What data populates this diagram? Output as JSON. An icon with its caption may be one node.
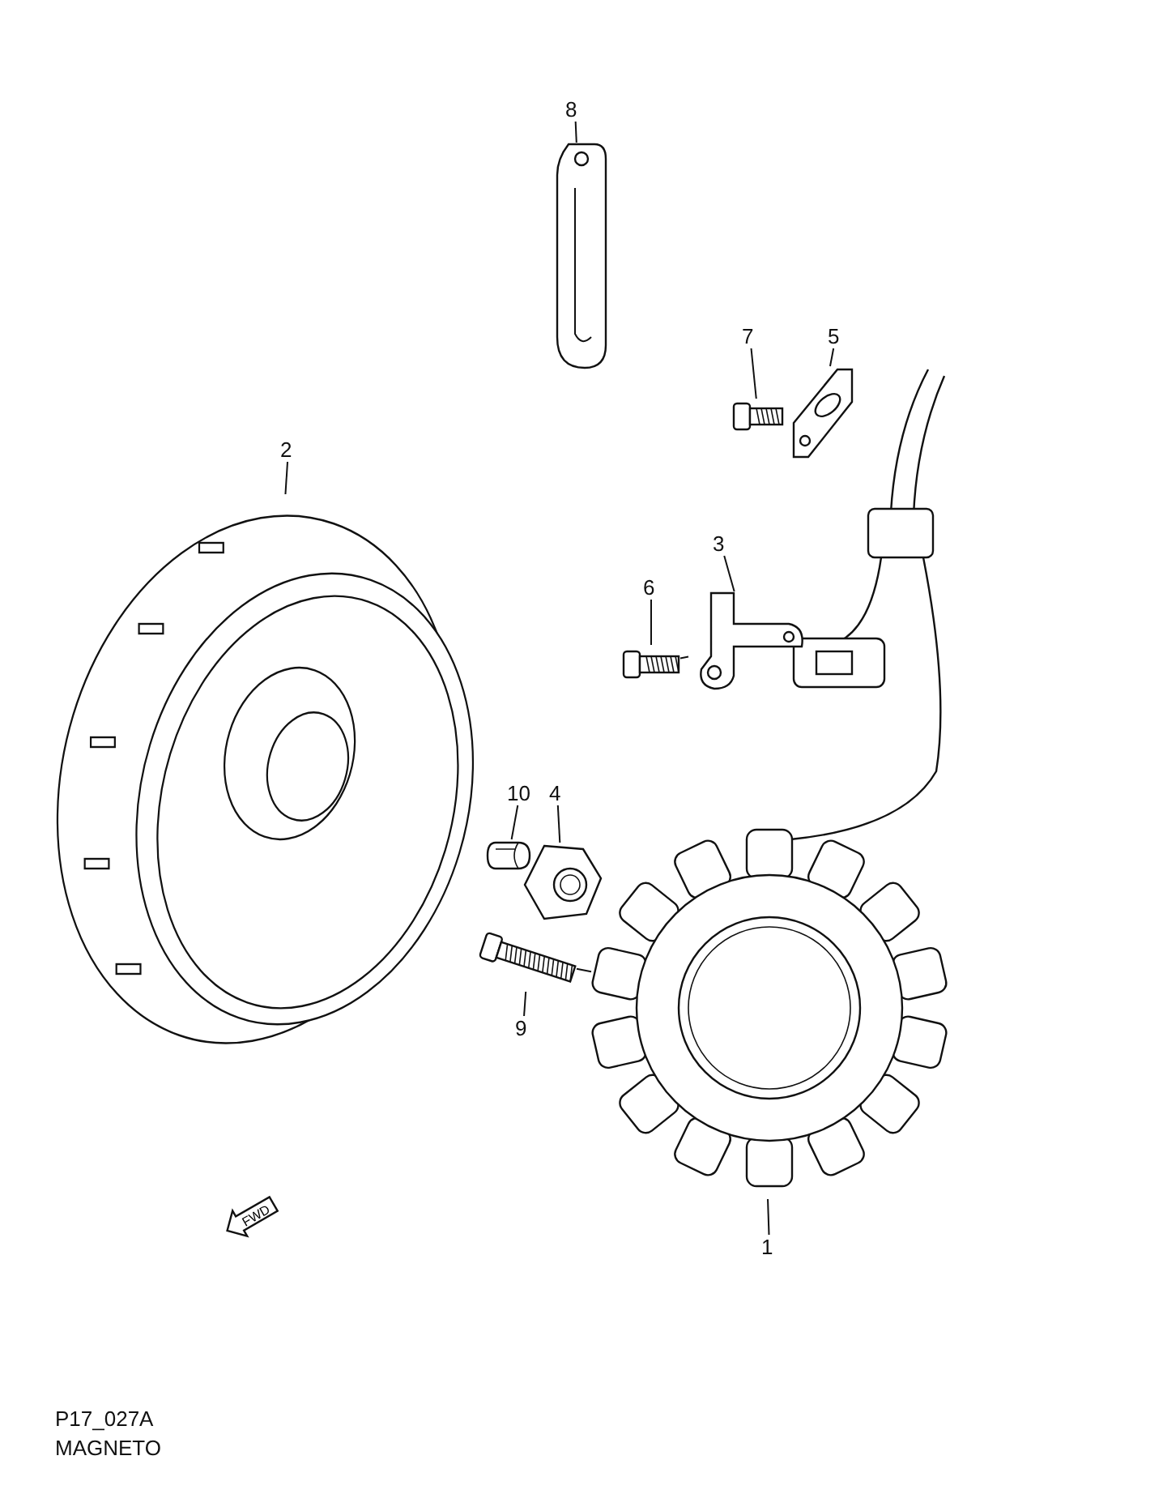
{
  "diagram": {
    "caption": "MAGNETO",
    "nodes": [
      {
        "text": [
          "8"
        ]
      },
      {
        "text": [
          "7"
        ]
      },
      {
        "text": [
          "5"
        ]
      },
      {
        "text": [
          "2"
        ]
      },
      {
        "text": [
          "3"
        ]
      },
      {
        "text": [
          "6"
        ]
      },
      {
        "text": [
          "10"
        ]
      },
      {
        "text": [
          "4"
        ]
      },
      {
        "text": [
          "9"
        ]
      },
      {
        "text": [
          "1"
        ]
      },
      {
        "text": [],
        "shape": "picture"
      },
      {
        "text": [],
        "shape": "picture"
      },
      {
        "text": [],
        "shape": "picture"
      },
      {
        "text": [],
        "shape": "picture"
      },
      {
        "text": [],
        "shape": "picture"
      },
      {
        "text": [],
        "shape": "picture"
      },
      {
        "text": [],
        "shape": "picture"
      },
      {
        "text": [],
        "shape": "picture"
      },
      {
        "text": [],
        "shape": "picture"
      },
      {
        "text": [],
        "shape": "picture"
      }
    ],
    "edges": [
      {
        "from": 0,
        "to": 10,
        "arrow": "none"
      },
      {
        "from": 1,
        "to": 11,
        "arrow": "none"
      },
      {
        "from": 2,
        "to": 12,
        "arrow": "none"
      },
      {
        "from": 3,
        "to": 13,
        "arrow": "none"
      },
      {
        "from": 4,
        "to": 14,
        "arrow": "none"
      },
      {
        "from": 5,
        "to": 15,
        "arrow": "none"
      },
      {
        "from": 6,
        "to": 16,
        "arrow": "none"
      },
      {
        "from": 7,
        "to": 17,
        "arrow": "none"
      },
      {
        "from": 8,
        "to": 18,
        "arrow": "none"
      },
      {
        "from": 9,
        "to": 19,
        "arrow": "none"
      },
      {
        "from": 15,
        "to": 14,
        "arrow": "none"
      },
      {
        "from": 18,
        "to": 19,
        "arrow": "none"
      }
    ],
    "labels": [
      "FWD",
      "P17_027A"
    ]
  }
}
